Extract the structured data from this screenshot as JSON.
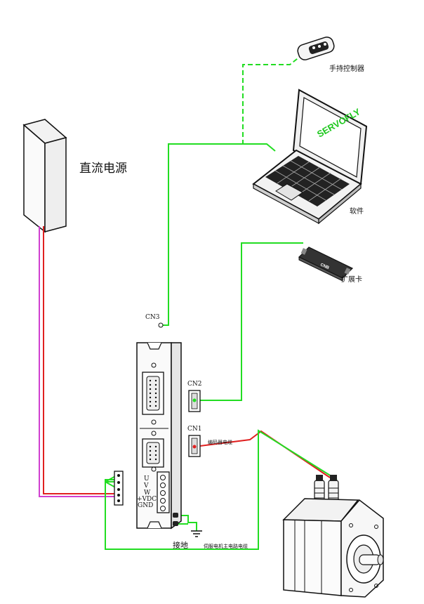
{
  "labels": {
    "dc_power": "直流电源",
    "handheld_controller": "手持控制器",
    "software": "软件",
    "expansion_card": "扩展卡",
    "cn3": "CN3",
    "cn2": "CN2",
    "cn1": "CN1",
    "encoder_cable": "编码器电缆",
    "ground": "接地",
    "motor_power_cable": "伺服电机主电路电缆",
    "brand": "SERVOFLY",
    "card_marking": "CNB",
    "terminal_u": "U",
    "terminal_v": "V",
    "terminal_w": "W",
    "terminal_vdc": "+VDC",
    "terminal_gnd": "GND"
  },
  "colors": {
    "green_wire": "#22dd22",
    "red_wire": "#e02020",
    "magenta_wire": "#d040d0",
    "brand_text": "#1ec81e"
  }
}
